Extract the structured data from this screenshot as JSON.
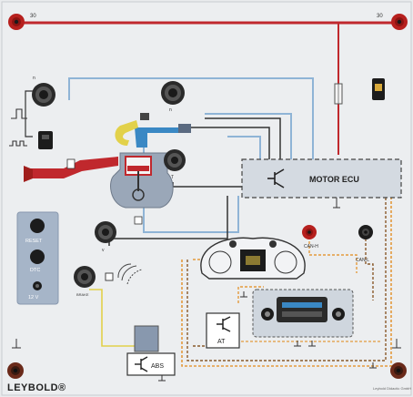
{
  "board": {
    "brand": "LEYBOLD®",
    "footnote": "Leybold Didactic GmbH"
  },
  "terminals": {
    "top_left": "30",
    "top_right": "30",
    "ground_symbol": "⊥"
  },
  "ecu": {
    "label": "MOTOR ECU"
  },
  "abs": {
    "label": "ABS"
  },
  "at": {
    "label": "AT"
  },
  "can": {
    "high": "CAN-H",
    "low": "CAN-L"
  },
  "panel": {
    "reset": "RESET",
    "dtc": "DTC",
    "voltage": "12 V"
  },
  "knobs": {
    "throttle": "n",
    "top_sensor": "n",
    "temp": "T",
    "speed": "v",
    "brake": "BRAKE"
  },
  "colors": {
    "power": "#c0282d",
    "signal_blue": "#8fb4d6",
    "signal_black": "#333333",
    "can_orange": "#e39a3c",
    "yellow": "#e2d14a",
    "ecu_fill": "#d4dae1"
  }
}
